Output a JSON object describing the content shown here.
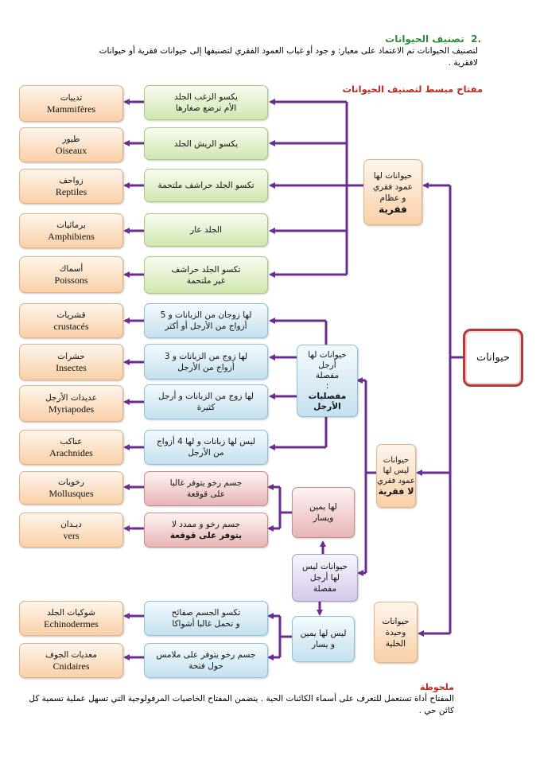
{
  "header": {
    "section_number": ".2",
    "section_title": "تصنيف الحيوانات",
    "intro_line1": "لتصنيف الحيوانات تم الاعتماد  على معيار: و جود أو  غياب العمود الفقري لتصنيفها إلى حيوانات فقرية أو حيوانات",
    "intro_line2": "لافقرية .",
    "key_title": "مفتاح مبسط لتصنيف الحيوانات"
  },
  "root": {
    "label": "حيوانات"
  },
  "groups": {
    "vertebrates": {
      "line1": "حيوانات لها",
      "line2": "عمود فقري",
      "line3": "و عظام",
      "line4": "فقرية"
    },
    "invertebrates": {
      "line1": "حيوانات",
      "line2": "ليس لها",
      "line3": "عمود فقري",
      "line4": "لا فقرية"
    },
    "unicellular": {
      "line1": "حيوانات",
      "line2": "وحيدة",
      "line3": "الخلية"
    },
    "arthropods": {
      "line1": "حيوانات لها",
      "line2": "أرجل",
      "line3": "مفصلة",
      "line4": ":",
      "line5": "مفصليات",
      "line6": "الأرجل"
    },
    "no_jointed_legs": {
      "line1": "حيوانات ليس",
      "line2": "لها أرجل",
      "line3": "مفصلة"
    },
    "bilateral": {
      "line1": "لها يمين",
      "line2": "ويسار"
    },
    "not_bilateral": {
      "line1": "ليس لها يمين",
      "line2": "و يسار"
    }
  },
  "criteria": [
    {
      "line1": "يكسو الزغب الجلد",
      "line2": "الأم ترضع صغارها"
    },
    {
      "line1": "يكسو الريش الجلد",
      "line2": ""
    },
    {
      "line1": "تكسو الجلد حراشف ملتحمة",
      "line2": ""
    },
    {
      "line1": "الجلد عار",
      "line2": ""
    },
    {
      "line1": "تكسو الجلد حراشف",
      "line2": "غير ملتحمة"
    },
    {
      "line1": "لها زوجان من الزبانات و 5",
      "line2": "أزواج من الأرجل أو أكثر"
    },
    {
      "line1": "لها زوج من الزبانات و 3",
      "line2": "أزواج من الأرجل"
    },
    {
      "line1": "لها زوج من الزبانات و أرجل",
      "line2": "كثيرة"
    },
    {
      "line1": "ليس لها زبانات و لها 4 أزواج",
      "line2": "من الأرجل"
    },
    {
      "line1": "جسم رخو يتوفر غالبا",
      "line2": "على قوقعة"
    },
    {
      "line1": "جسم رخو و ممدد لا",
      "line2": "يتوفر على قوقعة"
    },
    {
      "line1": "تكسو الجسم صفائح",
      "line2": "و تحمل غالبا أشواكا"
    },
    {
      "line1": "جسم رخو يتوفر على ملامس",
      "line2": "حول فتحة"
    }
  ],
  "results": [
    {
      "ar": "ثدييات",
      "fr": "Mammifères"
    },
    {
      "ar": "طيور",
      "fr": "Oiseaux"
    },
    {
      "ar": "زواحف",
      "fr": "Reptiles"
    },
    {
      "ar": "برمائيات",
      "fr": "Amphibiens"
    },
    {
      "ar": "أسماك",
      "fr": "Poissons"
    },
    {
      "ar": "قشريات",
      "fr": "crustacés"
    },
    {
      "ar": "حشرات",
      "fr": "Insectes"
    },
    {
      "ar": "عديدات الأرجل",
      "fr": "Myriapodes"
    },
    {
      "ar": "عناكب",
      "fr": "Arachnides"
    },
    {
      "ar": "رخويات",
      "fr": "Mollusques"
    },
    {
      "ar": "ديـدان",
      "fr": "vers"
    },
    {
      "ar": "شوكيات الجلد",
      "fr": "Echinodermes"
    },
    {
      "ar": "معديات الجوف",
      "fr": "Cnidaires"
    }
  ],
  "note": {
    "title": "ملحوظة",
    "line1": "المفتاح أداة تستعمل للتعرف على أسماء الكائنات الحية . يتضمن المفتاح الخاصيات المرفولوجية التي تسهل عملية تسمية كل",
    "line2": "كائن حي ."
  },
  "colors": {
    "arrow": "#6a2c91",
    "title_green": "#2e8b3a",
    "subtitle_red": "#c0281f"
  }
}
